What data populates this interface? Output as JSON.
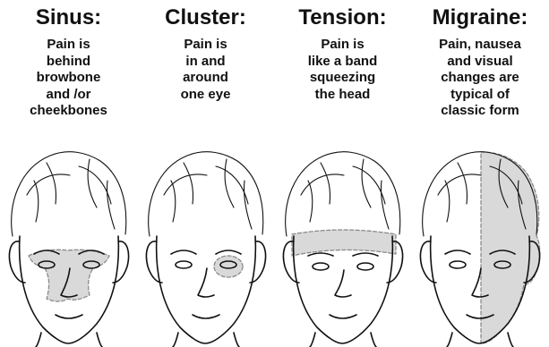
{
  "panels": [
    {
      "title": "Sinus:",
      "lines": [
        "Pain is",
        "behind",
        "browbone",
        "and /or",
        "cheekbones"
      ]
    },
    {
      "title": "Cluster:",
      "lines": [
        "Pain is",
        "in and",
        "around",
        "one eye"
      ]
    },
    {
      "title": "Tension:",
      "lines": [
        "Pain is",
        "like a band",
        "squeezing",
        "the head"
      ]
    },
    {
      "title": "Migraine:",
      "lines": [
        "Pain, nausea",
        "and visual",
        "changes are",
        "typical of",
        "classic form"
      ]
    }
  ],
  "colors": {
    "pain_fill": "#d9d9d9",
    "pain_stroke": "#8a8a8a",
    "ink": "#111111"
  },
  "icons": [
    "head-illustration-sinus",
    "head-illustration-cluster",
    "head-illustration-tension",
    "head-illustration-migraine"
  ]
}
